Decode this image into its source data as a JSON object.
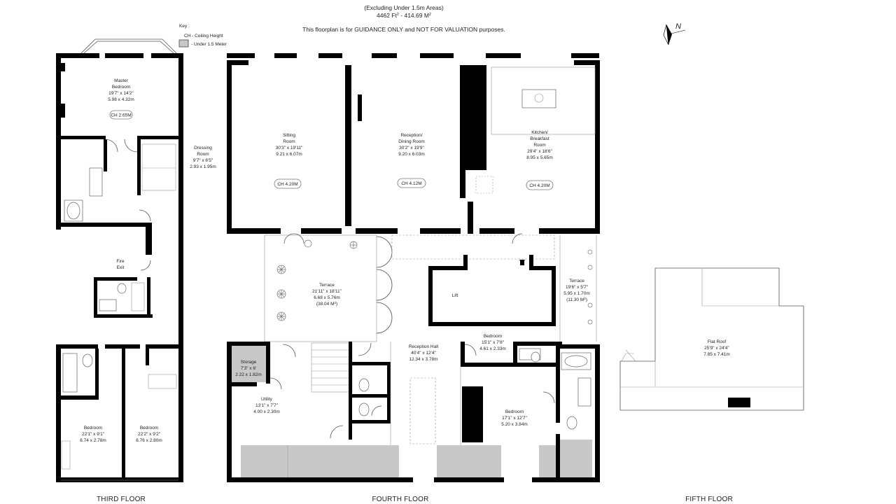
{
  "header": {
    "line1": "(Excluding Under 1.5m Areas)",
    "area_ft_label": "4462 Ft",
    "area_sup": "2",
    "area_sep": " - ",
    "area_m_label": "414.69 M",
    "disclaimer": "This floorplan is for GUIDANCE ONLY and NOT FOR VALUATION purposes."
  },
  "key": {
    "title": "Key :",
    "ch_legend": "CH - Ceiling Height",
    "under_legend": "- Under 1.5 Meter",
    "under_color": "#c8c8c8"
  },
  "compass": {
    "letter": "N"
  },
  "floors": {
    "third": "THIRD FLOOR",
    "fourth": "FOURTH FLOOR",
    "fifth": "FIFTH FLOOR"
  },
  "rooms": {
    "master": {
      "name1": "Master",
      "name2": "Bedroom",
      "imp": "19'7\" x 14'2\"",
      "met": "5.98 x 4.32m",
      "ch": "CH 2.65M"
    },
    "dressing": {
      "name1": "Dressing",
      "name2": "Room",
      "imp": "9'7\" x 6'5\"",
      "met": "2.93 x 1.95m"
    },
    "fire_exit": {
      "name1": "Fire",
      "name2": "Exit"
    },
    "bedroom_3a": {
      "name": "Bedroom",
      "imp": "22'1\" x 9'1\"",
      "met": "6.74 x 2.78m"
    },
    "bedroom_3b": {
      "name": "Bedroom",
      "imp": "22'2\" x 9'2\"",
      "met": "6.76 x 2.80m"
    },
    "sitting": {
      "name1": "Sitting",
      "name2": "Room",
      "imp": "30'3\" x 19'11\"",
      "met": "9.21 x 6.07m",
      "ch": "CH 4.20M"
    },
    "reception": {
      "name1": "Reception/",
      "name2": "Dining Room",
      "imp": "30'2\" x 19'9\"",
      "met": "9.20 x 6.03m",
      "ch": "CH 4.12M"
    },
    "kitchen": {
      "name1": "Kitchen/",
      "name2": "Breakfast",
      "name3": "Room",
      "imp": "29'4\" x 18'6\"",
      "met": "8.95 x 5.65m",
      "ch": "CH 4.20M"
    },
    "terrace_main": {
      "name": "Terrace",
      "imp": "21'11\" x 18'11\"",
      "met": "6.68 x 5.76m",
      "area": "(38.04 M",
      "area_sup": "2",
      "area_close": ")"
    },
    "terrace_side": {
      "name": "Terrace",
      "imp": "19'6\" x 5'7\"",
      "met": "5.95 x 1.70m",
      "area": "(11.30 M",
      "area_sup": "2",
      "area_close": ")"
    },
    "lift": {
      "name": "Lift"
    },
    "bedroom_4small": {
      "name": "Bedroom",
      "imp": "15'1\" x 7'8\"",
      "met": "4.61 x 2.33m"
    },
    "reception_hall": {
      "name": "Reception Hall",
      "imp": "40'4\" x 12'4\"",
      "met": "12.34 x 3.78m"
    },
    "storage": {
      "name": "Storage",
      "imp": "7'3\" x 6'",
      "met": "2.22 x 1.82m"
    },
    "utility": {
      "name": "Utility",
      "imp": "13'1\" x 7'7\"",
      "met": "4.00 x 2.30m"
    },
    "bedroom_4large": {
      "name": "Bedroom",
      "imp": "17'1\" x 12'7\"",
      "met": "5.20 x 3.84m"
    },
    "flat_roof": {
      "name": "Flat Roof",
      "imp": "25'9\" x 24'4\"",
      "met": "7.85 x 7.41m"
    }
  }
}
